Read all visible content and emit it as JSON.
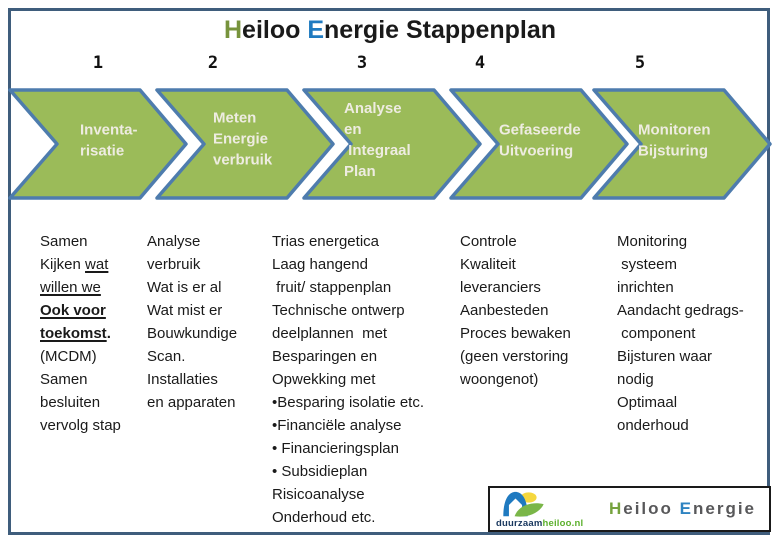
{
  "slide": {
    "title_parts": [
      {
        "t": "H",
        "c": "green"
      },
      {
        "t": "eiloo ",
        "c": "dark"
      },
      {
        "t": "E",
        "c": "blue"
      },
      {
        "t": "nergie Stappenplan",
        "c": "dark"
      }
    ],
    "steps": [
      {
        "number": "1",
        "label_lines": [
          "Inventa-",
          "risatie"
        ],
        "notes": [
          "Samen",
          [
            {
              "t": "Kijken "
            },
            {
              "t": "wat",
              "u": 1
            }
          ],
          [
            {
              "t": "willen we",
              "u": 1
            }
          ],
          [
            {
              "t": "Ook voor",
              "b": 1,
              "u": 1
            }
          ],
          [
            {
              "t": "toekomst",
              "b": 1,
              "u": 1
            },
            {
              "t": ".",
              "b": 1
            }
          ],
          "(MCDM)",
          "Samen",
          "besluiten",
          "vervolg stap"
        ]
      },
      {
        "number": "2",
        "label_lines": [
          "Meten",
          "Energie",
          "verbruik"
        ],
        "notes": [
          "Analyse",
          "verbruik",
          "Wat is er al",
          "Wat mist er",
          "Bouwkundige",
          "Scan.",
          "Installaties",
          "en apparaten"
        ]
      },
      {
        "number": "3",
        "label_lines": [
          "Analyse",
          "en",
          " Integraal",
          "Plan"
        ],
        "notes": [
          "Trias energetica",
          "Laag hangend",
          " fruit/ stappenplan",
          "Technische ontwerp",
          "deelplannen  met",
          "Besparingen en",
          "Opwekking met",
          "•Besparing isolatie etc.",
          "•Financiële analyse",
          "• Financieringsplan",
          "• Subsidieplan",
          "Risicoanalyse",
          "Onderhoud etc."
        ]
      },
      {
        "number": "4",
        "label_lines": [
          "Gefaseerde",
          "Uitvoering"
        ],
        "notes": [
          "Controle",
          "Kwaliteit",
          "leveranciers",
          "Aanbesteden",
          "Proces bewaken",
          "(geen verstoring",
          "woongenot)"
        ]
      },
      {
        "number": "5",
        "label_lines": [
          "Monitoren",
          "Bijsturing"
        ],
        "notes": [
          "Monitoring",
          " systeem",
          "inrichten",
          "Aandacht gedrags-",
          " component",
          "Bijsturen waar",
          "nodig",
          "Optimaal",
          "onderhoud"
        ]
      }
    ],
    "logo": {
      "icon": "duurzaamheiloo-logo",
      "site_parts": [
        {
          "t": "duurzaam",
          "c": "navy"
        },
        {
          "t": "heiloo.nl",
          "c": "sitegreen"
        }
      ],
      "brand_parts": [
        {
          "t": "H",
          "c": "logogreen"
        },
        {
          "t": "eiloo ",
          "c": "gray"
        },
        {
          "t": "E",
          "c": "logoblue"
        },
        {
          "t": "nergie",
          "c": "gray"
        }
      ]
    },
    "colors": {
      "chevron_fill": "#9bbb59",
      "chevron_border": "#4e7cad",
      "chevron_text": "#eeece1",
      "frame_border": "#3f5d7c",
      "title_green": "#77933c",
      "title_blue": "#1f7ac0",
      "body_text": "#1a1a1a",
      "logo_gray": "#58585a",
      "logo_green": "#76a23e",
      "logo_blue": "#2e83c1",
      "site_navy": "#17365d",
      "site_green": "#5cb02c"
    }
  }
}
